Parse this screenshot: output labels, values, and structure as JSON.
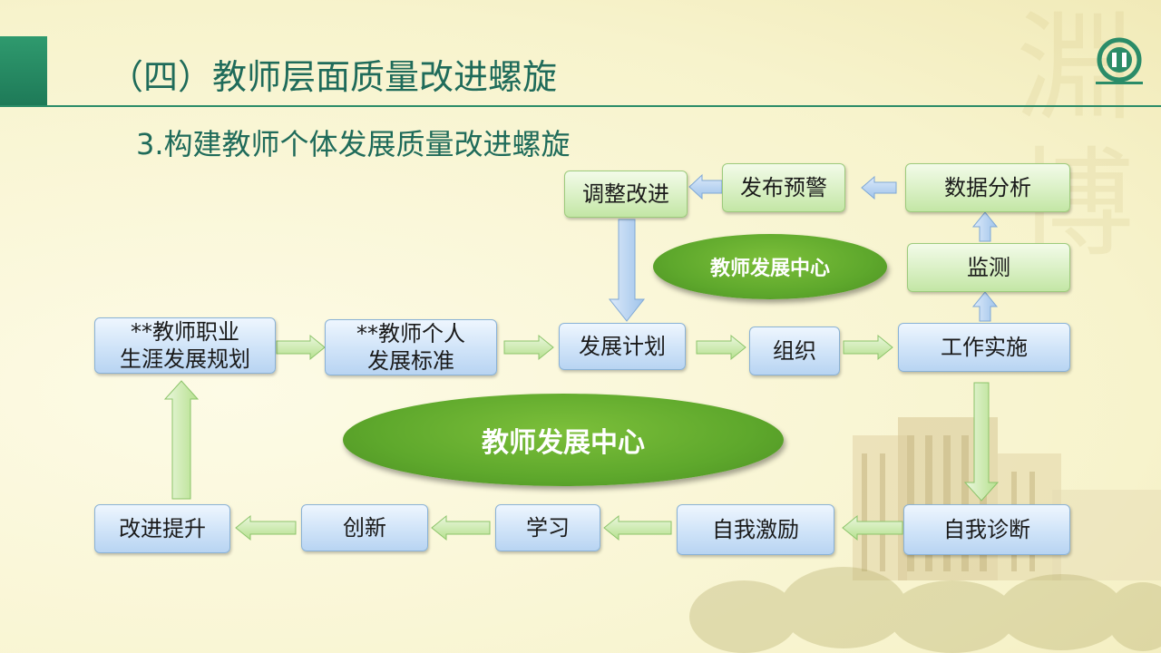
{
  "header": {
    "title": "（四）教师层面质量改进螺旋",
    "subtitle": "3.构建教师个体发展质量改进螺旋"
  },
  "diagram": {
    "nodes": {
      "career_plan": "**教师职业\n生涯发展规划",
      "personal_standard": "**教师个人\n发展标准",
      "dev_plan": "发展计划",
      "organize": "组织",
      "work_impl": "工作实施",
      "monitor": "监测",
      "data_analysis": "数据分析",
      "publish_warning": "发布预警",
      "adjust_improve": "调整改进",
      "self_diagnosis": "自我诊断",
      "self_motivation": "自我激励",
      "study": "学习",
      "innovation": "创新",
      "improve_upgrade": "改进提升"
    },
    "centers": {
      "small": "教师发展中心",
      "large": "教师发展中心"
    }
  },
  "colors": {
    "title": "#1f6b5a",
    "accent_green": "#2b8c68",
    "box_blue": "#cfe3f8",
    "box_green": "#d9f0c4",
    "ellipse_green": "#5ea82c"
  }
}
